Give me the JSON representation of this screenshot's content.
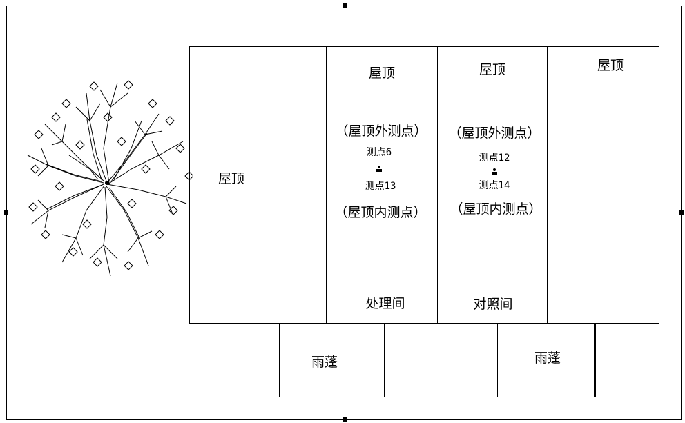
{
  "roof_labels": {
    "left_room": "屋顶",
    "room_2": "屋顶",
    "room_3": "屋顶",
    "room_4": "屋顶"
  },
  "treatment_room": {
    "outer_point_label": "（屋顶外测点）",
    "point_a": "测点6",
    "point_b": "测点13",
    "inner_point_label": "（屋顶内测点）",
    "room_name": "处理间"
  },
  "control_room": {
    "outer_point_label": "（屋顶外测点）",
    "point_a": "测点12",
    "point_b": "测点14",
    "inner_point_label": "（屋顶内测点）",
    "room_name": "对照间"
  },
  "canopy_labels": {
    "left": "雨蓬",
    "right": "雨蓬"
  },
  "icons": {
    "tree": "tree-icon",
    "sensor": "person-marker-icon"
  }
}
